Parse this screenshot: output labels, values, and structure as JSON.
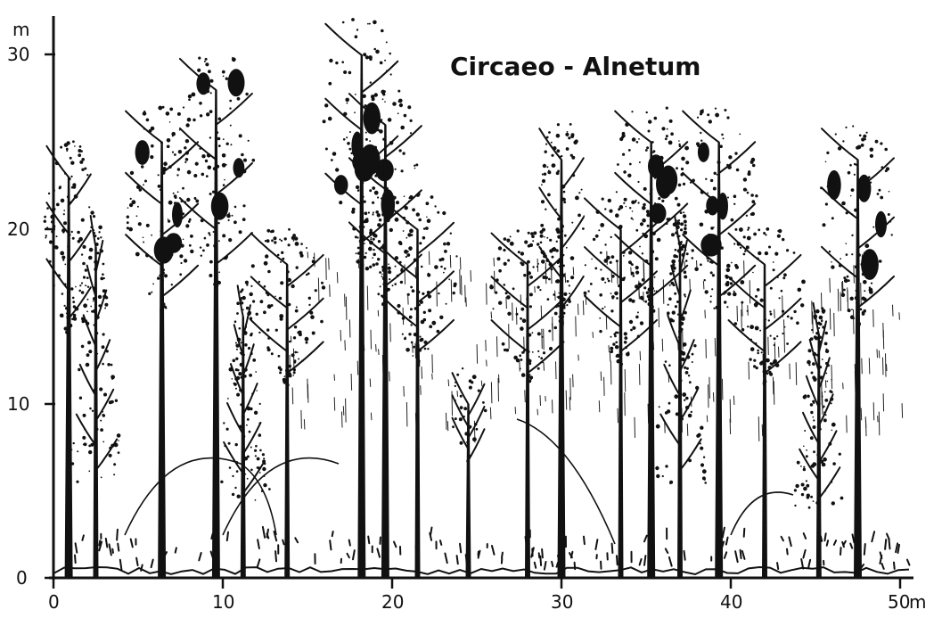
{
  "figure": {
    "title": "Circaeo - Alnetum",
    "y_axis": {
      "unit_label": "m",
      "ticks": [
        "0",
        "10",
        "20",
        "30"
      ]
    },
    "x_axis": {
      "unit_label": "m",
      "ticks": [
        "0",
        "10",
        "20",
        "30",
        "40",
        "50"
      ]
    }
  },
  "trees": [
    {
      "x_m": 0.9,
      "height_m": 25,
      "crown": "conifer-mixed"
    },
    {
      "x_m": 2.5,
      "height_m": 21,
      "crown": "spruce"
    },
    {
      "x_m": 6.4,
      "height_m": 27,
      "crown": "broadleaf"
    },
    {
      "x_m": 9.6,
      "height_m": 30,
      "crown": "broadleaf"
    },
    {
      "x_m": 11.2,
      "height_m": 17,
      "crown": "spruce"
    },
    {
      "x_m": 13.8,
      "height_m": 20,
      "crown": "broadleaf"
    },
    {
      "x_m": 18.2,
      "height_m": 32,
      "crown": "broadleaf"
    },
    {
      "x_m": 19.6,
      "height_m": 28,
      "crown": "broadleaf"
    },
    {
      "x_m": 21.5,
      "height_m": 22,
      "crown": "broadleaf"
    },
    {
      "x_m": 24.5,
      "height_m": 12,
      "crown": "sapling"
    },
    {
      "x_m": 28.0,
      "height_m": 20,
      "crown": "broadleaf"
    },
    {
      "x_m": 30.0,
      "height_m": 26,
      "crown": "conifer-mixed"
    },
    {
      "x_m": 33.5,
      "height_m": 22,
      "crown": "broadleaf"
    },
    {
      "x_m": 35.3,
      "height_m": 27,
      "crown": "broadleaf"
    },
    {
      "x_m": 37.0,
      "height_m": 21,
      "crown": "spruce"
    },
    {
      "x_m": 39.3,
      "height_m": 27,
      "crown": "broadleaf"
    },
    {
      "x_m": 42.0,
      "height_m": 20,
      "crown": "broadleaf"
    },
    {
      "x_m": 45.2,
      "height_m": 16,
      "crown": "spruce"
    },
    {
      "x_m": 47.5,
      "height_m": 26,
      "crown": "broadleaf"
    }
  ]
}
